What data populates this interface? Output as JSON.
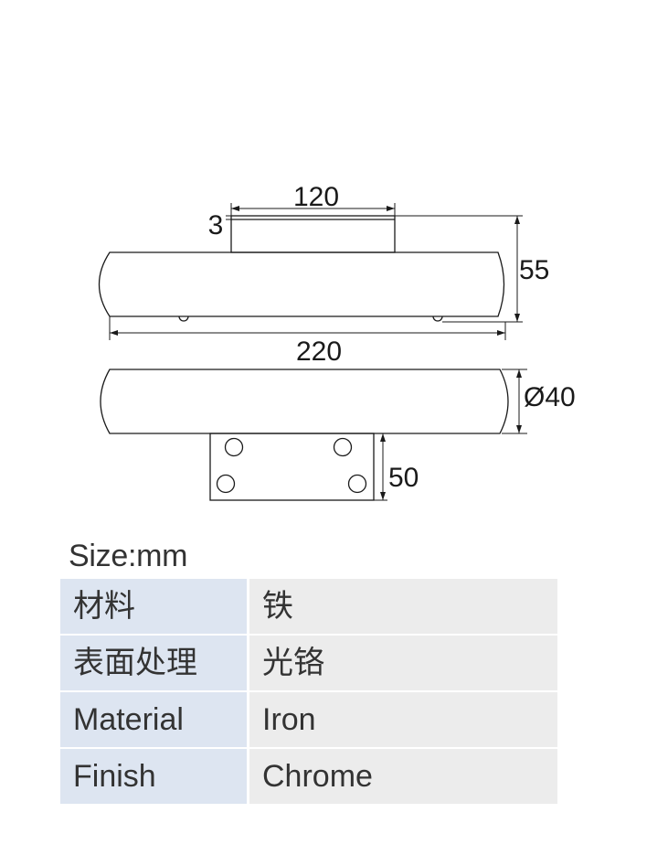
{
  "drawing": {
    "dimensions": {
      "top_length": "120",
      "plate_thickness": "3",
      "overall_length": "220",
      "total_height": "55",
      "diameter": "Ø40",
      "plate_width": "50"
    }
  },
  "size_label": "Size:mm",
  "specs": [
    {
      "key": "材料",
      "value": "铁"
    },
    {
      "key": "表面处理",
      "value": "光铬"
    },
    {
      "key": "Material",
      "value": "Iron"
    },
    {
      "key": "Finish",
      "value": "Chrome"
    }
  ]
}
